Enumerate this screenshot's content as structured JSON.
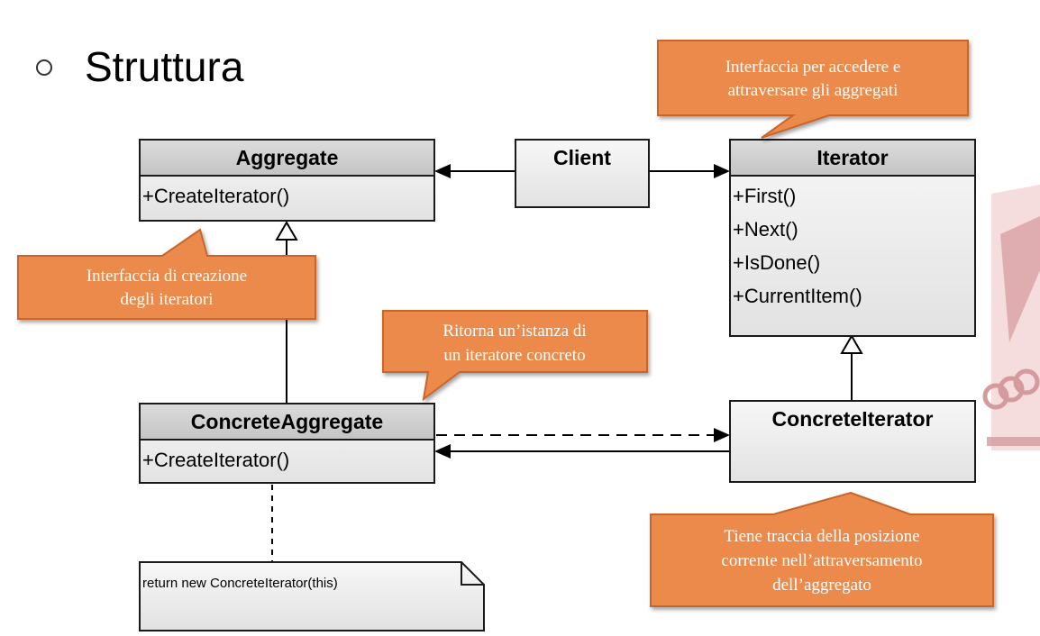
{
  "heading": {
    "bullet": "○",
    "text": "Struttura"
  },
  "classes": {
    "aggregate": {
      "name": "Aggregate",
      "operations": [
        "+CreateIterator()"
      ]
    },
    "client": {
      "name": "Client"
    },
    "iterator": {
      "name": "Iterator",
      "operations": [
        "+First()",
        "+Next()",
        "+IsDone()",
        "+CurrentItem()"
      ]
    },
    "concrete_aggregate": {
      "name": "ConcreteAggregate",
      "operations": [
        "+CreateIterator()"
      ]
    },
    "concrete_iterator": {
      "name": "ConcreteIterator"
    }
  },
  "note": {
    "text": "return new ConcreteIterator(this)"
  },
  "callouts": {
    "iterator_interface": {
      "lines": [
        "Interfaccia per accedere e",
        "attraversare gli aggregati"
      ]
    },
    "aggregate_interface": {
      "lines": [
        "Interfaccia di creazione",
        "degli iteratori"
      ]
    },
    "create_returns": {
      "lines": [
        "Ritorna un’istanza di",
        "un iteratore concreto"
      ]
    },
    "concrete_iterator_state": {
      "lines": [
        "Tiene traccia della posizione",
        "corrente nell’attraversamento",
        "dell’aggregato"
      ]
    }
  },
  "colors": {
    "callout_fill": "#ec8a4b",
    "callout_border": "#c8652a",
    "class_border": "#1a1a1a",
    "watermark": "#d8a4a6"
  }
}
